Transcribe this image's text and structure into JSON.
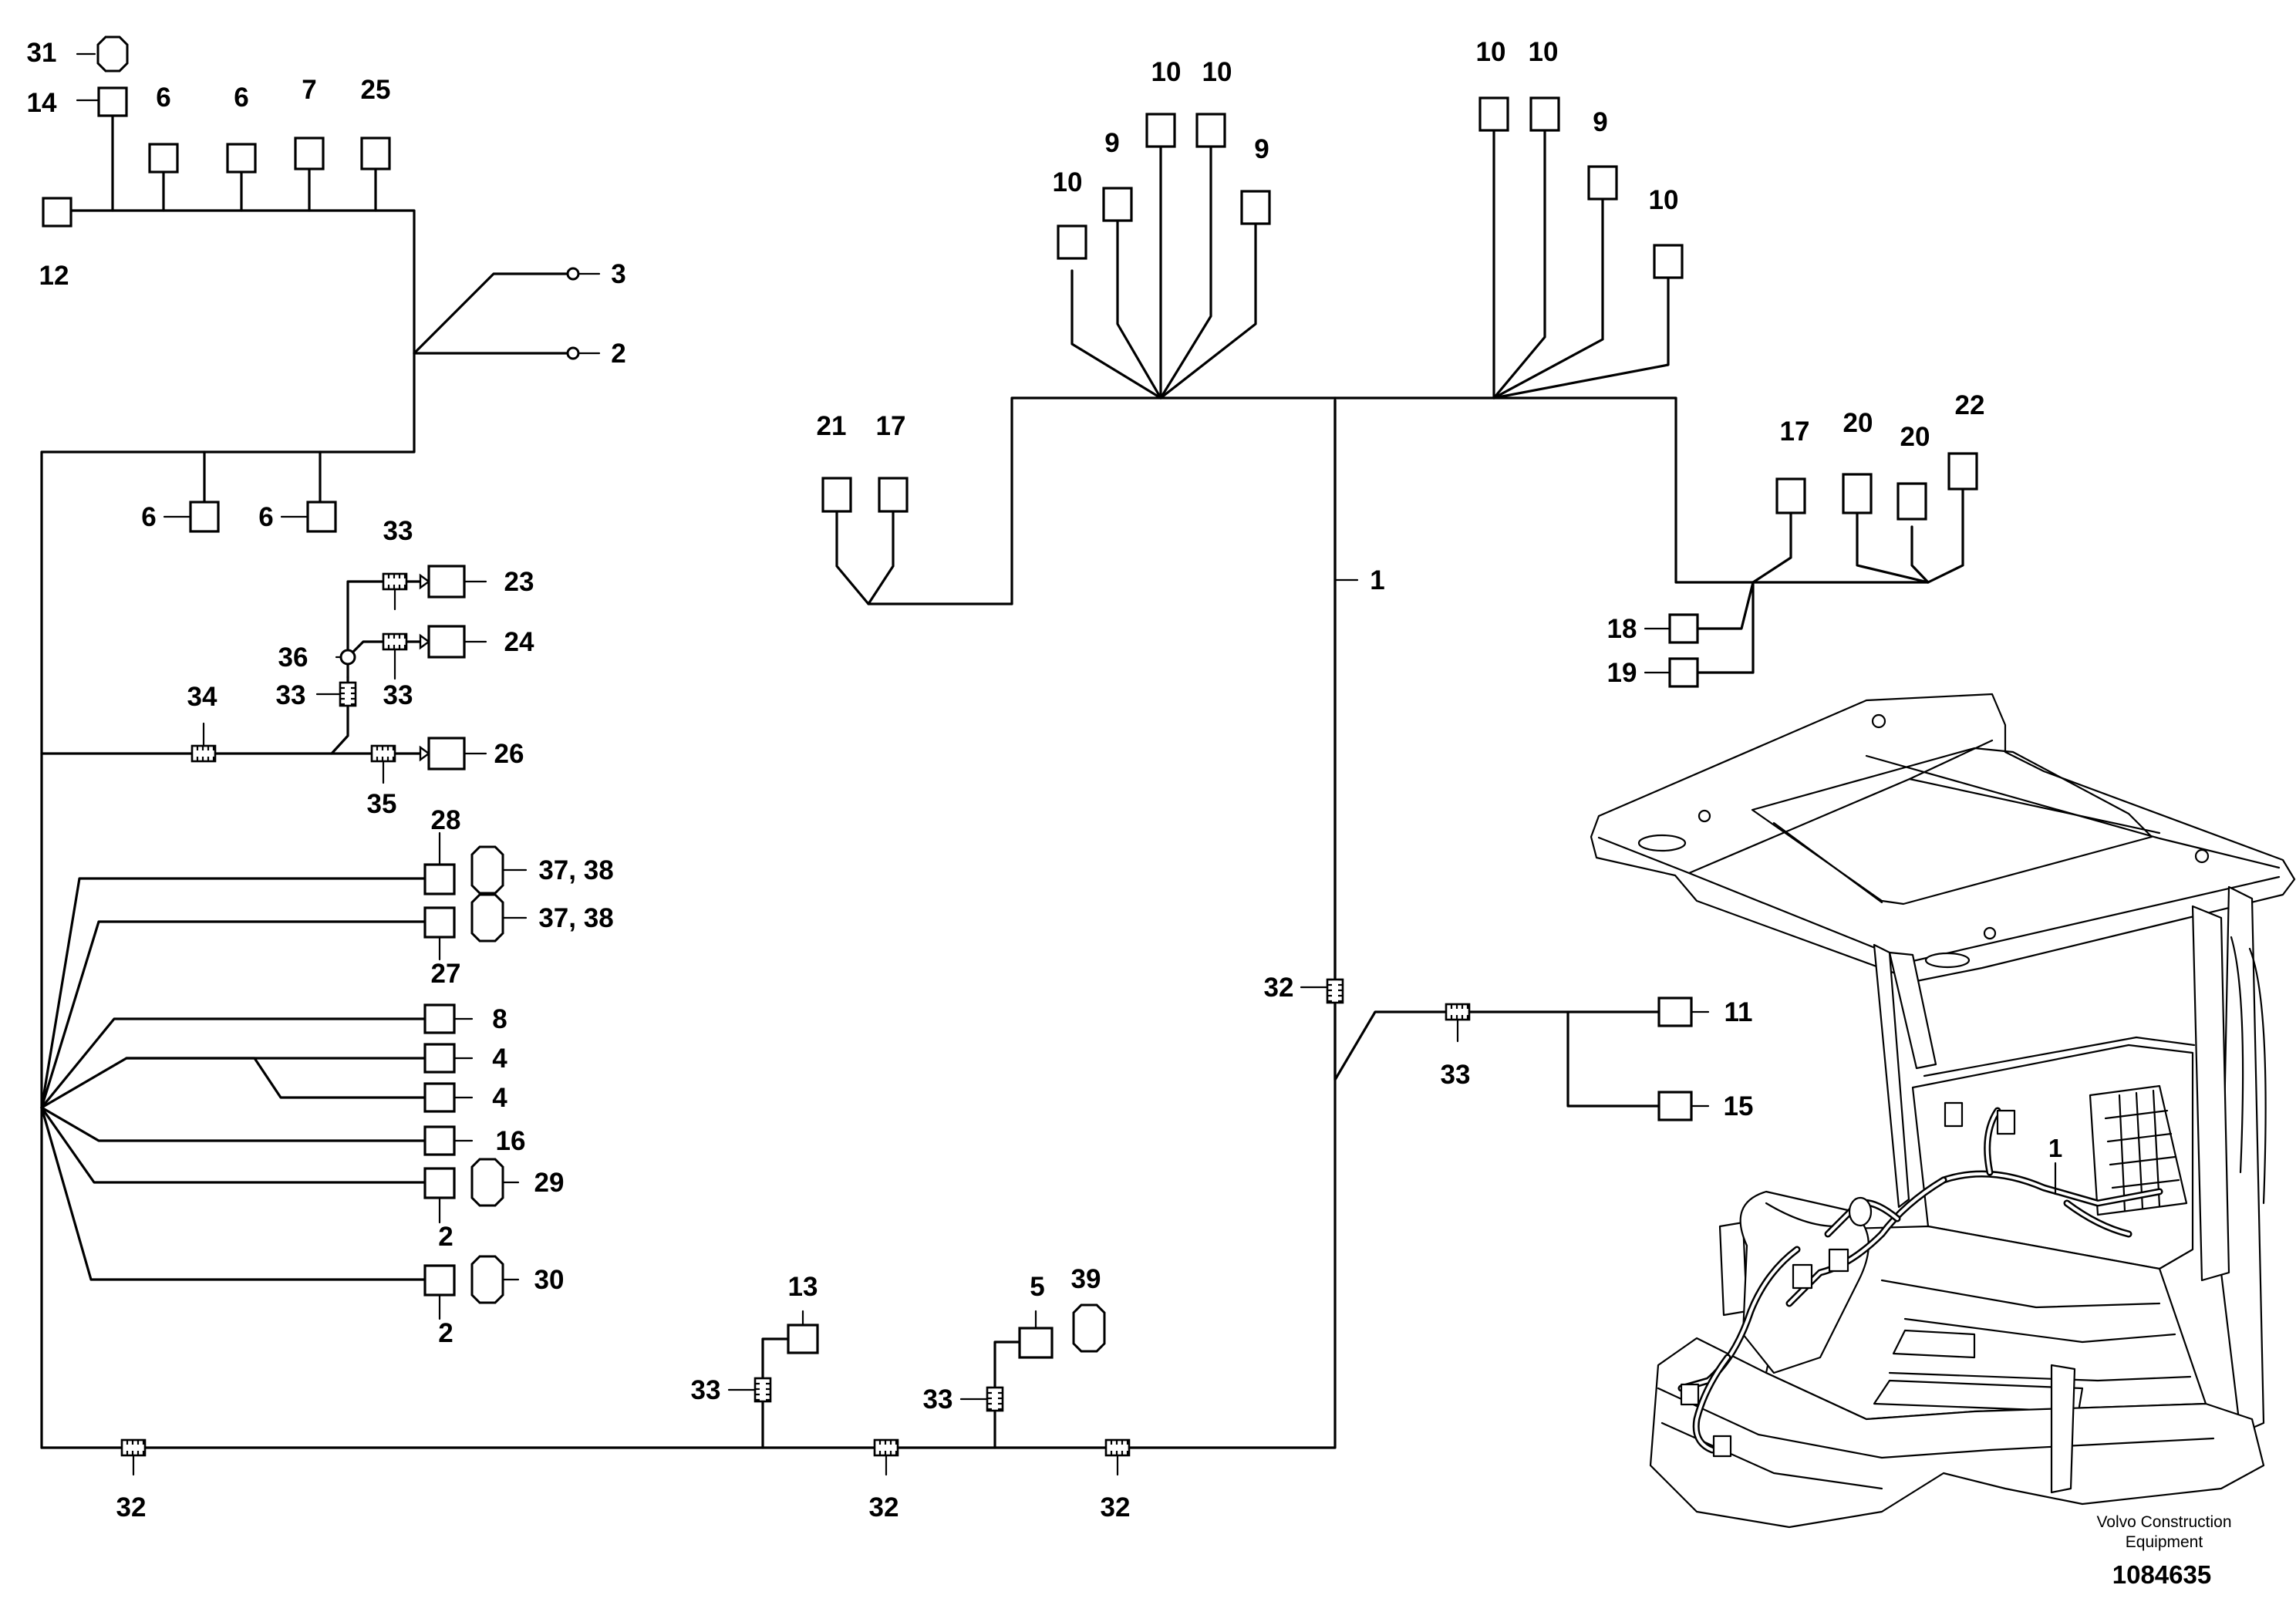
{
  "callouts": {
    "c1": "1",
    "c2": "2",
    "c3": "3",
    "c4": "4",
    "c5": "5",
    "c6": "6",
    "c7": "7",
    "c8": "8",
    "c9": "9",
    "c10": "10",
    "c11": "11",
    "c12": "12",
    "c13": "13",
    "c14": "14",
    "c15": "15",
    "c16": "16",
    "c17": "17",
    "c18": "18",
    "c19": "19",
    "c20": "20",
    "c21": "21",
    "c22": "22",
    "c23": "23",
    "c24": "24",
    "c25": "25",
    "c26": "26",
    "c27": "27",
    "c28": "28",
    "c29": "29",
    "c30": "30",
    "c31": "31",
    "c32": "32",
    "c33": "33",
    "c34": "34",
    "c35": "35",
    "c36": "36",
    "c37_38": "37, 38",
    "c39": "39"
  },
  "caption": {
    "company_line1": "Volvo Construction",
    "company_line2": "Equipment",
    "drawing_number": "1084635"
  },
  "illustration": {
    "callout": "1"
  }
}
